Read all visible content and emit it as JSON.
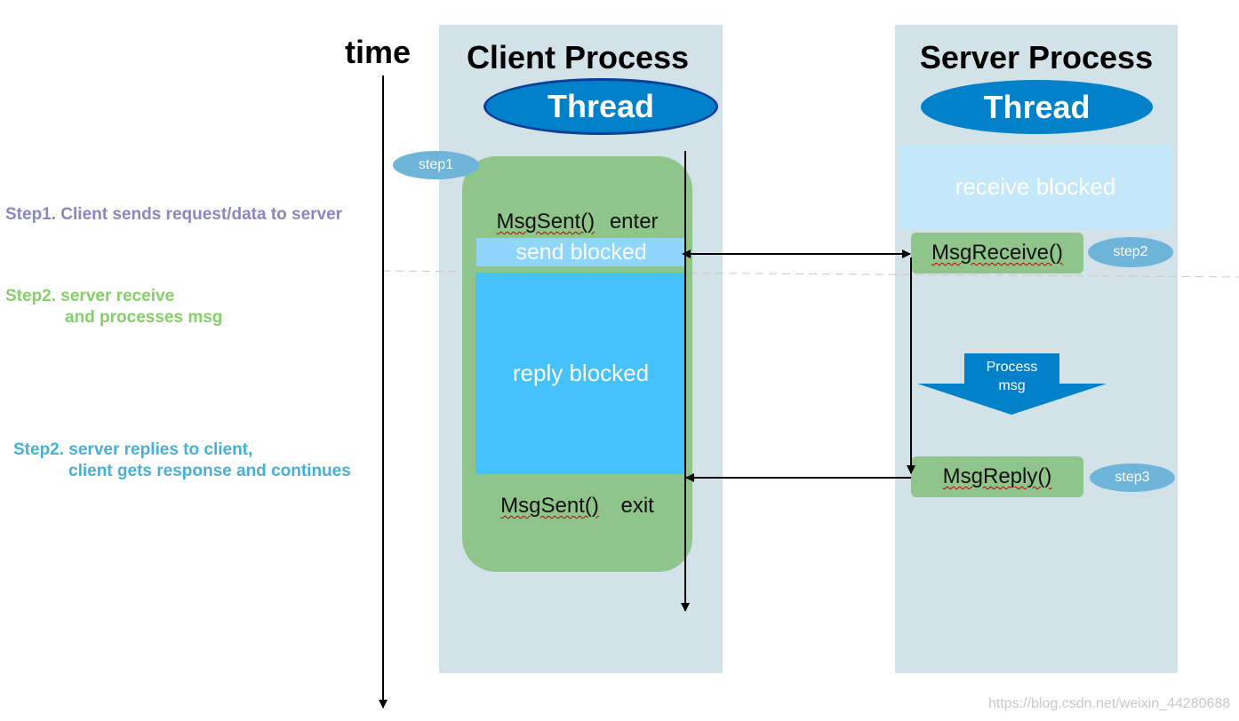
{
  "time_label": "time",
  "client": {
    "title": "Client Process",
    "thread": "Thread",
    "step_badge": "step1",
    "sent_enter_fn": "MsgSent()",
    "sent_enter_word": "enter",
    "send_blocked": "send blocked",
    "reply_blocked": "reply blocked",
    "sent_exit_fn": "MsgSent()",
    "sent_exit_word": "exit"
  },
  "server": {
    "title": "Server Process",
    "thread": "Thread",
    "receive_blocked": "receive blocked",
    "msg_receive": "MsgReceive()",
    "step2_badge": "step2",
    "process_line1": "Process",
    "process_line2": "msg",
    "msg_reply": "MsgReply()",
    "step3_badge": "step3"
  },
  "steps": {
    "step1": "Step1. Client sends request/data to server",
    "step2a_line1": "Step2. server receive",
    "step2a_line2": "and processes msg",
    "step2b_line1": "Step2. server replies to client,",
    "step2b_line2": "client gets response and continues"
  },
  "colors": {
    "step1": "#8b86c2",
    "step2a": "#86cf6a",
    "step2b": "#45b1d9",
    "lane_bg": "#d3e1e9",
    "green_box": "#8fc58a",
    "thread_blue": "#0081c9",
    "reply_blocked": "#45c1fb",
    "send_blocked": "#8ed6fb",
    "receive_blocked": "#c2e8fa"
  },
  "watermark": "https://blog.csdn.net/weixin_44280688"
}
